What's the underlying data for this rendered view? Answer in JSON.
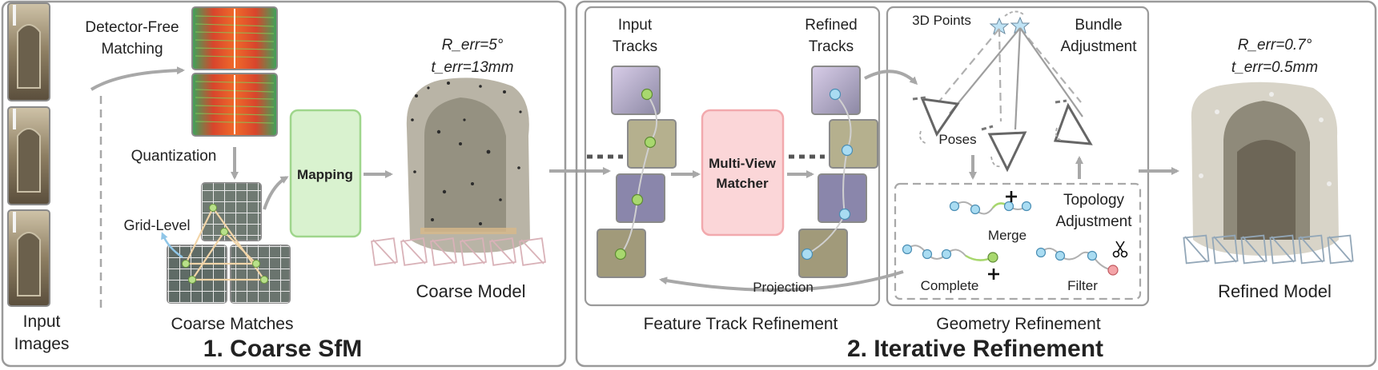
{
  "stage1": {
    "title": "1. Coarse SfM",
    "input_images_line1": "Input",
    "input_images_line2": "Images",
    "detector_line1": "Detector-Free",
    "detector_line2": "Matching",
    "quantization": "Quantization",
    "grid_level": "Grid-Level",
    "coarse_matches": "Coarse Matches",
    "mapping": "Mapping",
    "coarse_model": "Coarse Model",
    "r_err": "R_err=5°",
    "t_err": "t_err=13mm"
  },
  "stage2": {
    "title": "2. Iterative Refinement",
    "input_tracks_line1": "Input",
    "input_tracks_line2": "Tracks",
    "refined_tracks_line1": "Refined",
    "refined_tracks_line2": "Tracks",
    "matcher_line1": "Multi-View",
    "matcher_line2": "Matcher",
    "feature_track_refinement": "Feature Track Refinement",
    "projection": "Projection",
    "points_3d": "3D Points",
    "bundle_line1": "Bundle",
    "bundle_line2": "Adjustment",
    "poses": "Poses",
    "topology_line1": "Topology",
    "topology_line2": "Adjustment",
    "merge": "Merge",
    "complete": "Complete",
    "filter": "Filter",
    "geometry_refinement": "Geometry Refinement",
    "refined_model": "Refined Model",
    "r_err": "R_err=0.7°",
    "t_err": "t_err=0.5mm"
  },
  "colors": {
    "panel_border": "#9a9a9a",
    "arrow": "#a8a8a8",
    "mapping_fill": "#d9f2cf",
    "mapping_border": "#9fd68c",
    "matcher_fill": "#fbd6d8",
    "matcher_border": "#f2a9ad",
    "track_green": "#a8d86e",
    "track_blue": "#a9dcf2"
  }
}
